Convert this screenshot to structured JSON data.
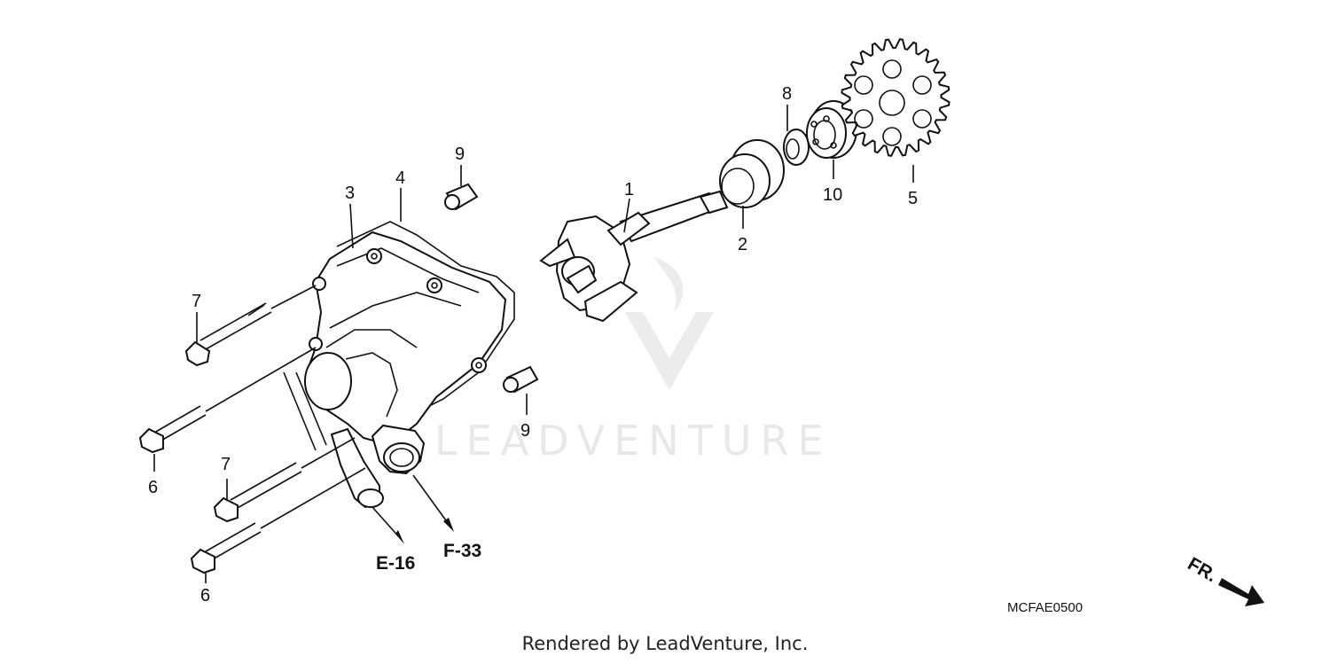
{
  "callouts": {
    "c1": "1",
    "c2": "2",
    "c3": "3",
    "c4": "4",
    "c5": "5",
    "c6a": "6",
    "c6b": "6",
    "c7a": "7",
    "c7b": "7",
    "c8": "8",
    "c9a": "9",
    "c9b": "9",
    "c10": "10"
  },
  "references": {
    "e16": "E-16",
    "f33": "F-33"
  },
  "direction": {
    "label": "FR."
  },
  "diagram_code": "MCFAE0500",
  "watermark": "LEADVENTURE",
  "footer": "Rendered by LeadVenture, Inc."
}
